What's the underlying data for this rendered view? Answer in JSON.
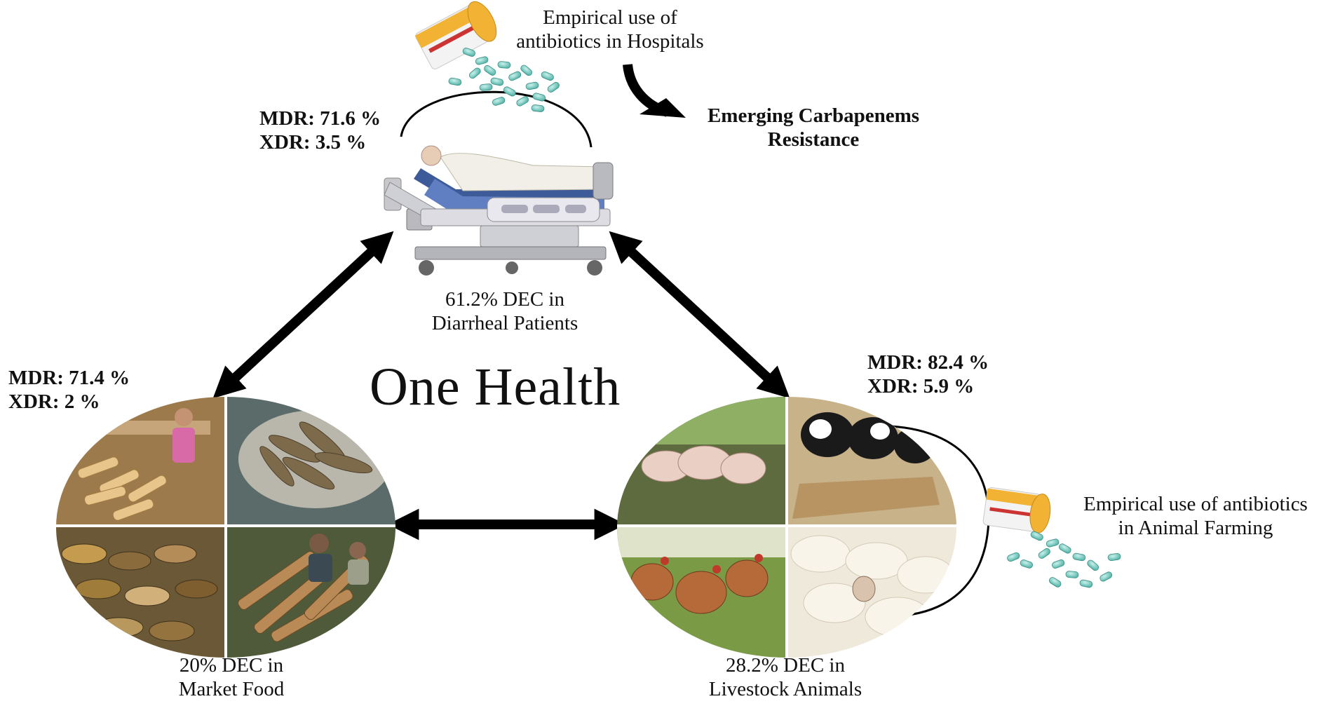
{
  "title": "One Health",
  "hospital": {
    "antibiotic_use": [
      "Empirical use of",
      "antibiotics in Hospitals"
    ],
    "resistance": [
      "Emerging Carbapenems",
      "Resistance"
    ],
    "mdr": "MDR: 71.6 %",
    "xdr": "XDR: 3.5 %",
    "dec": [
      "61.2% DEC in",
      "Diarrheal Patients"
    ]
  },
  "market": {
    "mdr": "MDR: 71.4 %",
    "xdr": "XDR: 2 %",
    "dec": [
      "20% DEC in",
      "Market Food"
    ]
  },
  "livestock": {
    "mdr": "MDR: 82.4 %",
    "xdr": "XDR: 5.9 %",
    "dec": [
      "28.2% DEC in",
      "Livestock Animals"
    ],
    "antibiotic_use": [
      "Empirical use of antibiotics",
      "in Animal Farming"
    ]
  },
  "icons": [
    "pill-bottle-icon",
    "hospital-bed-icon",
    "market-food-photo",
    "livestock-photo"
  ],
  "colors": {
    "arrow": "#000000",
    "pill": "#7fd1c8",
    "bottle": "#f2b233",
    "bed": "#3d5a99"
  }
}
